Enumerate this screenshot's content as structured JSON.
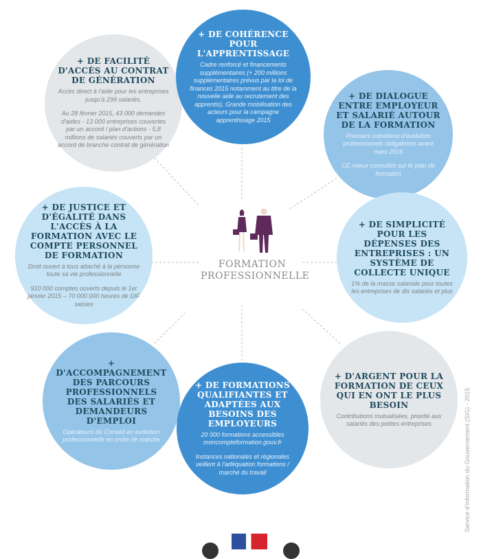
{
  "center": {
    "title_line1": "FORMATION",
    "title_line2": "PROFESSIONNELLE"
  },
  "bubbles": [
    {
      "title": "+ DE FACILITÉ D'ACCÈS AU CONTRAT DE GÉNÉRATION",
      "body": [
        "Accès direct à l'aide pour les entreprises jusqu'à 299 salariés.",
        "Au 28 février 2015, 43 000 demandes d'aides - 13 000 entreprises couvertes par un accord / plan d'actions - 5,8 millions de salariés couverts par un accord de branche contrat de génération"
      ]
    },
    {
      "title": "+ DE COHÉRENCE POUR L'APPRENTISSAGE",
      "body": [
        "Cadre renforcé et financements supplémentaires (+ 200 millions supplémentaires prévus par la loi de finances 2015 notamment au titre de la nouvelle aide au recrutement des apprentis). Grande mobilisation des acteurs pour la campagne apprentissage 2015"
      ]
    },
    {
      "title": "+ DE DIALOGUE ENTRE EMPLOYEUR ET SALARIÉ AUTOUR DE LA FORMATION",
      "body": [
        "Premiers entretiens d'évolution professionnels obligatoires avant mars 2016",
        "CE mieux consultés sur le plan de formation"
      ]
    },
    {
      "title": "+ DE JUSTICE ET D'ÉGALITÉ DANS L'ACCÈS À LA FORMATION AVEC LE COMPTE PERSONNEL DE FORMATION",
      "body": [
        "Droit ouvert à tous attaché à la personne toute sa vie professionnelle",
        "910 000 comptes ouverts depuis le 1er janvier 2015 – 70 000 000 heures de DIF saisies"
      ]
    },
    {
      "title": "+ DE SIMPLICITÉ POUR LES DÉPENSES DES ENTREPRISES : UN SYSTÈME DE COLLECTE UNIQUE",
      "body": [
        "1% de la masse salariale pour toutes les entreprises de dix salariés et plus"
      ]
    },
    {
      "title": "+ D'ACCOMPAGNEMENT DES PARCOURS PROFESSIONNELS DES SALARIÉS ET DEMANDEURS D'EMPLOI",
      "body": [
        "Opérateurs du Conseil en évolution professionnelle en ordre de marche"
      ]
    },
    {
      "title": "+ DE FORMATIONS QUALIFIANTES ET ADAPTÉES AUX BESOINS DES EMPLOYEURS",
      "body": [
        "20 000 formations accessibles moncompteformation.gouv.fr",
        "Instances nationales et régionales veillent à l'adéquation formations / marché du travail"
      ]
    },
    {
      "title": "+ D'ARGENT POUR LA FORMATION DE CEUX QUI EN ONT LE PLUS BESOIN",
      "body": [
        "Contributions mutualisées, priorité aux salariés des petites entreprises"
      ]
    }
  ],
  "credit": "Service d'information du Gouvernement (SIG) - 2015",
  "colors": {
    "gray": "#e4e7ea",
    "blue": "#3e8fd1",
    "mid": "#94c4e8",
    "light": "#c6e4f5",
    "title": "#1f4a5e",
    "figures": "#5e2a5a"
  }
}
